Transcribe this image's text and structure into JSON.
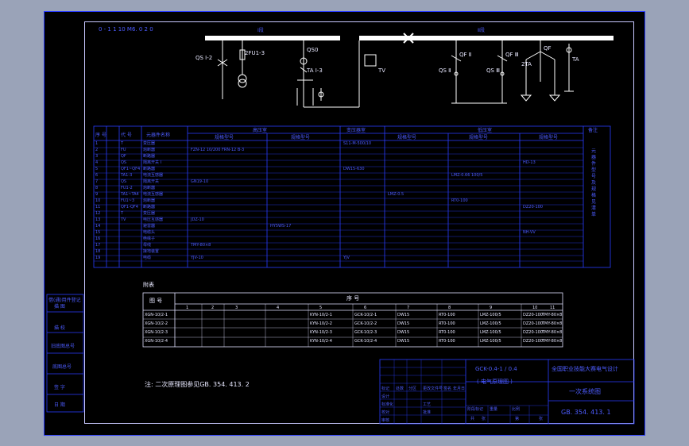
{
  "drawing_code_box": "0 - 1 1 10  M6. 0 2 0",
  "busbars": {
    "left_label": "Ⅰ段",
    "right_label": "Ⅱ段"
  },
  "schematic_labels": {
    "left_a": "QS Ⅰ-2",
    "left_b": "2FU1-3",
    "left_c": "QS0",
    "left_d": "TA Ⅰ-3",
    "center": "TV",
    "right_a": "QF Ⅱ",
    "right_b": "QS Ⅱ",
    "right_c": "QF Ⅲ",
    "right_d": "QS Ⅲ",
    "right_e": "QF",
    "right_f": "2TA",
    "right_g": "TA"
  },
  "main_table": {
    "headers": {
      "seq": "序 号",
      "code": "代 号",
      "name": "元器件名称",
      "hv": "高压室",
      "tr": "变压器室",
      "lv": "低压室",
      "remark": "备注"
    },
    "subheaders": [
      "规格型号",
      "规格型号",
      "规格型号",
      "规格型号",
      "规格型号"
    ],
    "rows": [
      {
        "seq": "1",
        "code": "T",
        "name": "变压器",
        "c1": "",
        "c2": "",
        "c3": "S11-M-500/10",
        "c4": "",
        "c5": "",
        "c6": ""
      },
      {
        "seq": "2",
        "code": "FU",
        "name": "熔断器",
        "c1": "FZN-12 10/200 FRN-12 B-3",
        "c2": "",
        "c3": "",
        "c4": "",
        "c5": "",
        "c6": ""
      },
      {
        "seq": "3",
        "code": "QF",
        "name": "断路器",
        "c1": "",
        "c2": "",
        "c3": "",
        "c4": "",
        "c5": "",
        "c6": ""
      },
      {
        "seq": "4",
        "code": "QS",
        "name": "隔离开关 Ⅰ",
        "c1": "",
        "c2": "",
        "c3": "",
        "c4": "",
        "c5": "",
        "c6": "HD-13"
      },
      {
        "seq": "5",
        "code": "QF1~QF4",
        "name": "断路器",
        "c1": "",
        "c2": "",
        "c3": "DW15-630",
        "c4": "",
        "c5": "",
        "c6": ""
      },
      {
        "seq": "6",
        "code": "TA1-3",
        "name": "电流互感器",
        "c1": "",
        "c2": "",
        "c3": "",
        "c4": "",
        "c5": "LMZ-0.66 100/5",
        "c6": ""
      },
      {
        "seq": "7",
        "code": "QS",
        "name": "隔离开关",
        "c1": "GN19-10",
        "c2": "",
        "c3": "",
        "c4": "",
        "c5": "",
        "c6": ""
      },
      {
        "seq": "8",
        "code": "FU1-2",
        "name": "熔断器",
        "c1": "",
        "c2": "",
        "c3": "",
        "c4": "",
        "c5": "",
        "c6": ""
      },
      {
        "seq": "9",
        "code": "TA1~TA4",
        "name": "电流互感器",
        "c1": "",
        "c2": "",
        "c3": "",
        "c4": "LMZ-0.5",
        "c5": "",
        "c6": ""
      },
      {
        "seq": "10",
        "code": "FU1~3",
        "name": "熔断器",
        "c1": "",
        "c2": "",
        "c3": "",
        "c4": "",
        "c5": "RT0-100",
        "c6": ""
      },
      {
        "seq": "11",
        "code": "QF1-QF4",
        "name": "断路器",
        "c1": "",
        "c2": "",
        "c3": "",
        "c4": "",
        "c5": "",
        "c6": "DZ20-100"
      },
      {
        "seq": "12",
        "code": "T",
        "name": "变压器",
        "c1": "",
        "c2": "",
        "c3": "",
        "c4": "",
        "c5": "",
        "c6": ""
      },
      {
        "seq": "13",
        "code": "TV",
        "name": "电压互感器",
        "c1": "JDZ-10",
        "c2": "",
        "c3": "",
        "c4": "",
        "c5": "",
        "c6": ""
      },
      {
        "seq": "14",
        "code": "",
        "name": "避雷器",
        "c1": "",
        "c2": "HY5WS-17",
        "c3": "",
        "c4": "",
        "c5": "",
        "c6": ""
      },
      {
        "seq": "15",
        "code": "",
        "name": "电缆头",
        "c1": "",
        "c2": "",
        "c3": "",
        "c4": "",
        "c5": "",
        "c6": "NH-VV"
      },
      {
        "seq": "16",
        "code": "",
        "name": "绝缘子",
        "c1": "",
        "c2": "",
        "c3": "",
        "c4": "",
        "c5": "",
        "c6": ""
      },
      {
        "seq": "17",
        "code": "",
        "name": "母线",
        "c1": "TMY-80×8",
        "c2": "",
        "c3": "",
        "c4": "",
        "c5": "",
        "c6": ""
      },
      {
        "seq": "18",
        "code": "",
        "name": "接地装置",
        "c1": "",
        "c2": "",
        "c3": "",
        "c4": "",
        "c5": "",
        "c6": ""
      },
      {
        "seq": "19",
        "code": "",
        "name": "电缆",
        "c1": "YJV-10",
        "c2": "",
        "c3": "YJV",
        "c4": "",
        "c5": "",
        "c6": ""
      }
    ],
    "remark_text": "元器件型号及规格见清单"
  },
  "parts_table": {
    "title": "附表",
    "header_label": "图 号",
    "header_order": "序 号",
    "columns": [
      "1",
      "2",
      "3",
      "4",
      "5",
      "6",
      "7",
      "8",
      "9",
      "10",
      "11"
    ],
    "rows": [
      [
        "XGN-10/2-1",
        "",
        "",
        "KYN-10/2-1",
        "GCK-10/2-1",
        "DW15",
        "RT0-100",
        "LMZ-100/5",
        "DZ20-100",
        "TMY-80×8"
      ],
      [
        "XGN-10/2-2",
        "",
        "",
        "KYN-10/2-2",
        "GCK-10/2-2",
        "DW15",
        "RT0-100",
        "LMZ-100/5",
        "DZ20-100",
        "TMY-80×8"
      ],
      [
        "XGN-10/2-3",
        "",
        "",
        "KYN-10/2-3",
        "GCK-10/2-3",
        "DW15",
        "RT0-100",
        "LMZ-100/5",
        "DZ20-100",
        "TMY-80×8"
      ],
      [
        "XGN-10/2-4",
        "",
        "",
        "KYN-10/2-4",
        "GCK-10/2-4",
        "DW15",
        "RT0-100",
        "LMZ-100/5",
        "DZ20-100",
        "TMY-80×8"
      ]
    ]
  },
  "note": "注: 二次原理图参见GB. 354. 413. 2",
  "left_stamp": [
    "借(通)用件登记",
    "描 图",
    "描 校",
    "旧底图总号",
    "底图总号",
    "签 字",
    "日 期"
  ],
  "title_block": {
    "project": "全国职业技能大赛电气设计",
    "code_line1": "GCK-0.4-1 / 0.4",
    "code_line2": "( 电气原理图 )",
    "drawing_name": "一次系统图",
    "drawing_number": "GB. 354. 413. 1",
    "labels": [
      "标记",
      "处数",
      "分区",
      "更改文件号",
      "签名",
      "年月日",
      "设计",
      "标准化",
      "校对",
      "审核",
      "工艺",
      "批准"
    ],
    "scale_labels": [
      "阶段标记",
      "重量",
      "比例",
      "共",
      "张",
      "第",
      "张"
    ]
  }
}
